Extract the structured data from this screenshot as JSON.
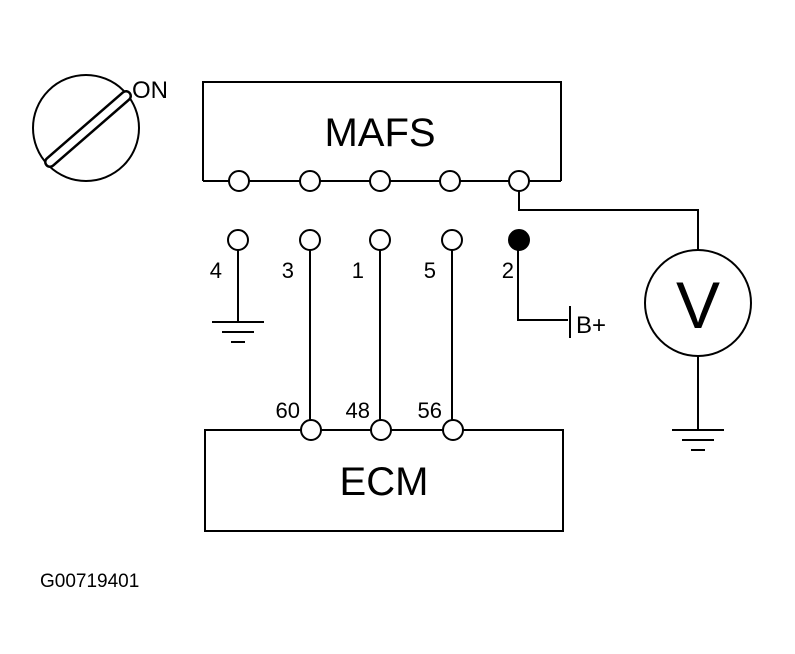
{
  "switch": {
    "label": "ON"
  },
  "mafs": {
    "label": "MAFS",
    "pins": [
      {
        "number": "4",
        "connects_to": "ground"
      },
      {
        "number": "3",
        "connects_to": "60"
      },
      {
        "number": "1",
        "connects_to": "48"
      },
      {
        "number": "5",
        "connects_to": "56"
      },
      {
        "number": "2",
        "connects_to": "B+ / voltmeter"
      }
    ]
  },
  "ecm": {
    "label": "ECM",
    "pins": [
      "60",
      "48",
      "56"
    ]
  },
  "battery": {
    "label": "B+"
  },
  "meter": {
    "label": "V"
  },
  "figure_id": "G00719401"
}
